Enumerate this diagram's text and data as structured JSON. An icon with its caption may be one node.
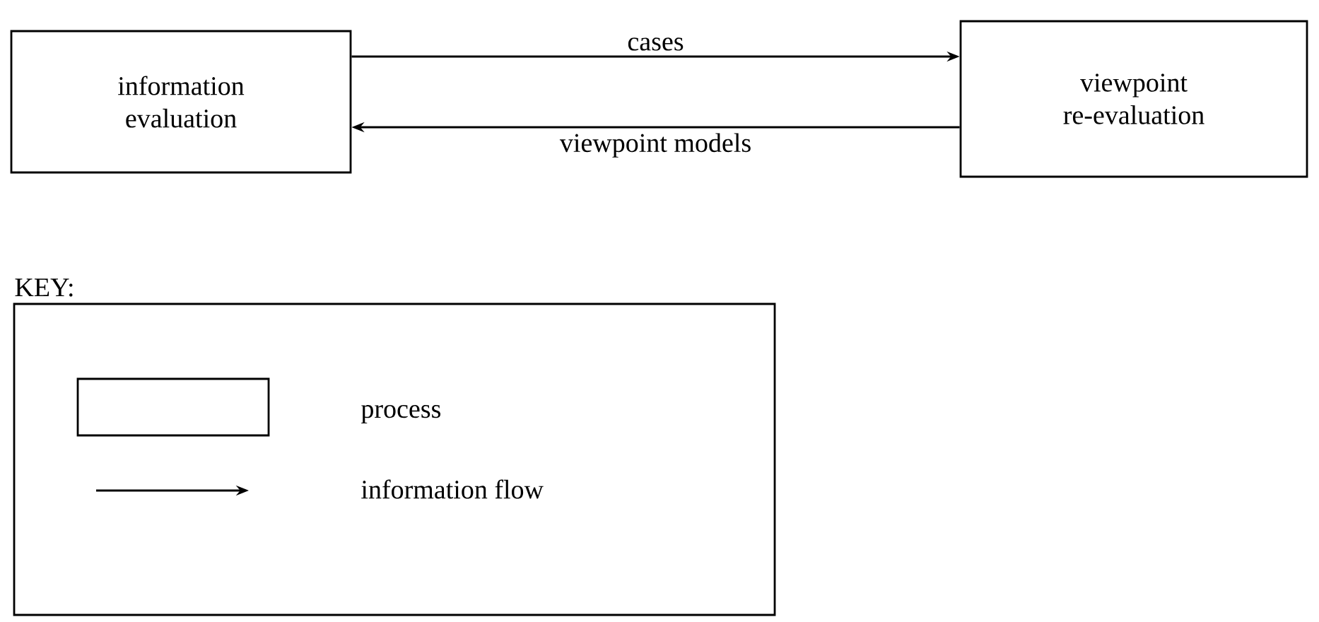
{
  "diagram": {
    "nodes": [
      {
        "text": [
          "information evaluation"
        ]
      },
      {
        "text": [
          "viewpoint re-evaluation"
        ]
      }
    ],
    "edges": [
      {
        "from": 0,
        "to": 1,
        "arrow": "to",
        "label": "cases"
      },
      {
        "from": 1,
        "to": 0,
        "arrow": "to",
        "label": "viewpoint models"
      }
    ],
    "labels": [
      "KEY:"
    ],
    "legend": [
      {
        "text": "process"
      },
      {
        "text": "information flow"
      }
    ]
  }
}
